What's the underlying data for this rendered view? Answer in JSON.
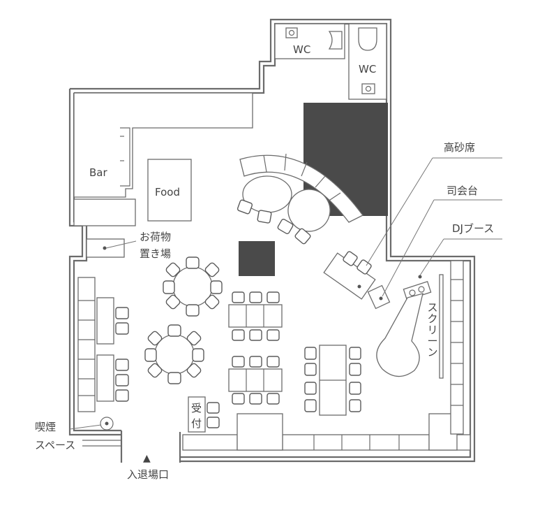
{
  "labels": {
    "wc_left": "WC",
    "wc_right": "WC",
    "bar": "Bar",
    "food": "Food",
    "takasago": "高砂席",
    "shikai": "司会台",
    "dj": "DJブース",
    "screen": "スクリーン",
    "luggage_line1": "お荷物",
    "luggage_line2": "置き場",
    "smoking_line1": "喫煙",
    "smoking_line2": "スペース",
    "reception_line1": "受",
    "reception_line2": "付",
    "entrance": "入退場口",
    "entrance_arrow": "▲"
  },
  "colors": {
    "wall": "#6b6b6b",
    "dark_fill": "#4a4a4a",
    "text": "#444444"
  }
}
